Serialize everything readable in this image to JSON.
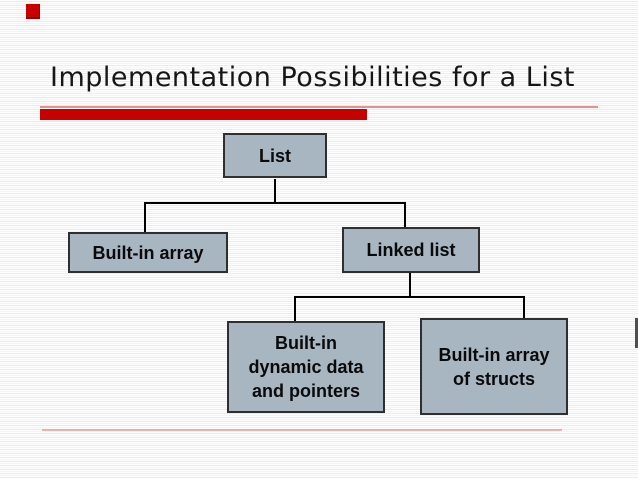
{
  "slide": {
    "title": "Implementation Possibilities for a List"
  },
  "colors": {
    "accent_red": "#c80000",
    "thin_rule_red": "#e89090",
    "bottom_faint_rule_red": "#e0766e",
    "node_fill": "#a8b6c2",
    "node_border": "#2f2f2f",
    "connector_black": "#000000",
    "title_text": "#161616",
    "node_text": "#0a0a0a"
  },
  "diagram": {
    "nodes": [
      {
        "id": "list",
        "lines": [
          "List"
        ]
      },
      {
        "id": "built-in-array",
        "lines": [
          "Built-in array"
        ]
      },
      {
        "id": "linked-list",
        "lines": [
          "Linked list"
        ]
      },
      {
        "id": "built-in-dynamic-data-and-pointers",
        "lines": [
          "Built-in",
          "dynamic data",
          "and pointers"
        ]
      },
      {
        "id": "built-in-array-of-structs",
        "lines": [
          "Built-in array",
          "of structs"
        ]
      }
    ],
    "edges": [
      {
        "from": "list",
        "to": "built-in-array"
      },
      {
        "from": "list",
        "to": "linked-list"
      },
      {
        "from": "linked-list",
        "to": "built-in-dynamic-data-and-pointers"
      },
      {
        "from": "linked-list",
        "to": "built-in-array-of-structs"
      }
    ]
  }
}
